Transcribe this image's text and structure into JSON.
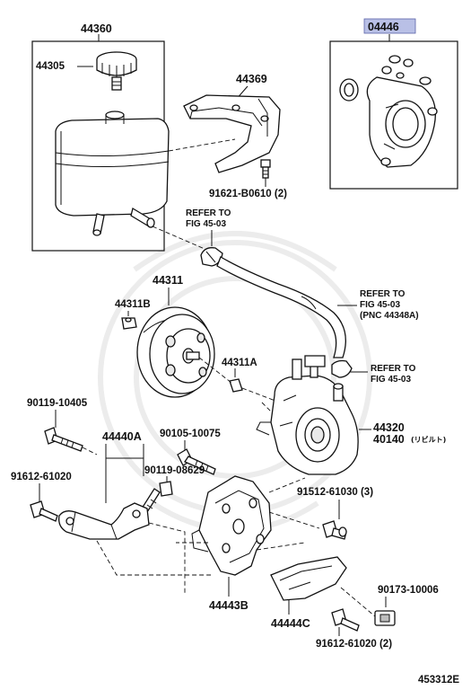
{
  "labels": {
    "p44360": "44360",
    "p44305": "44305",
    "p44369": "44369",
    "p04446": "04446",
    "p91621": "91621-B0610 (2)",
    "ref1_a": "REFER TO",
    "ref1_b": "FIG 45-03",
    "p44311": "44311",
    "p44311b": "44311B",
    "ref2_a": "REFER TO",
    "ref2_b": "FIG 45-03",
    "ref2_c": "(PNC 44348A)",
    "p44311a": "44311A",
    "ref3_a": "REFER TO",
    "ref3_b": "FIG 45-03",
    "p90119_10405": "90119-10405",
    "p44440a": "44440A",
    "p90105": "90105-10075",
    "p90119_08629": "90119-08629",
    "p91612_61020a": "91612-61020",
    "p44320": "44320",
    "p40140": "40140",
    "p40140_note": "(リビルト)",
    "p91512": "91512-61030 (3)",
    "p90173": "90173-10006",
    "p44443b": "44443B",
    "p44444c": "44444C",
    "p91612_61020b": "91612-61020 (2)",
    "figure_no": "453312E"
  },
  "colors": {
    "highlight": "#b9c0e6",
    "ink": "#111111"
  }
}
